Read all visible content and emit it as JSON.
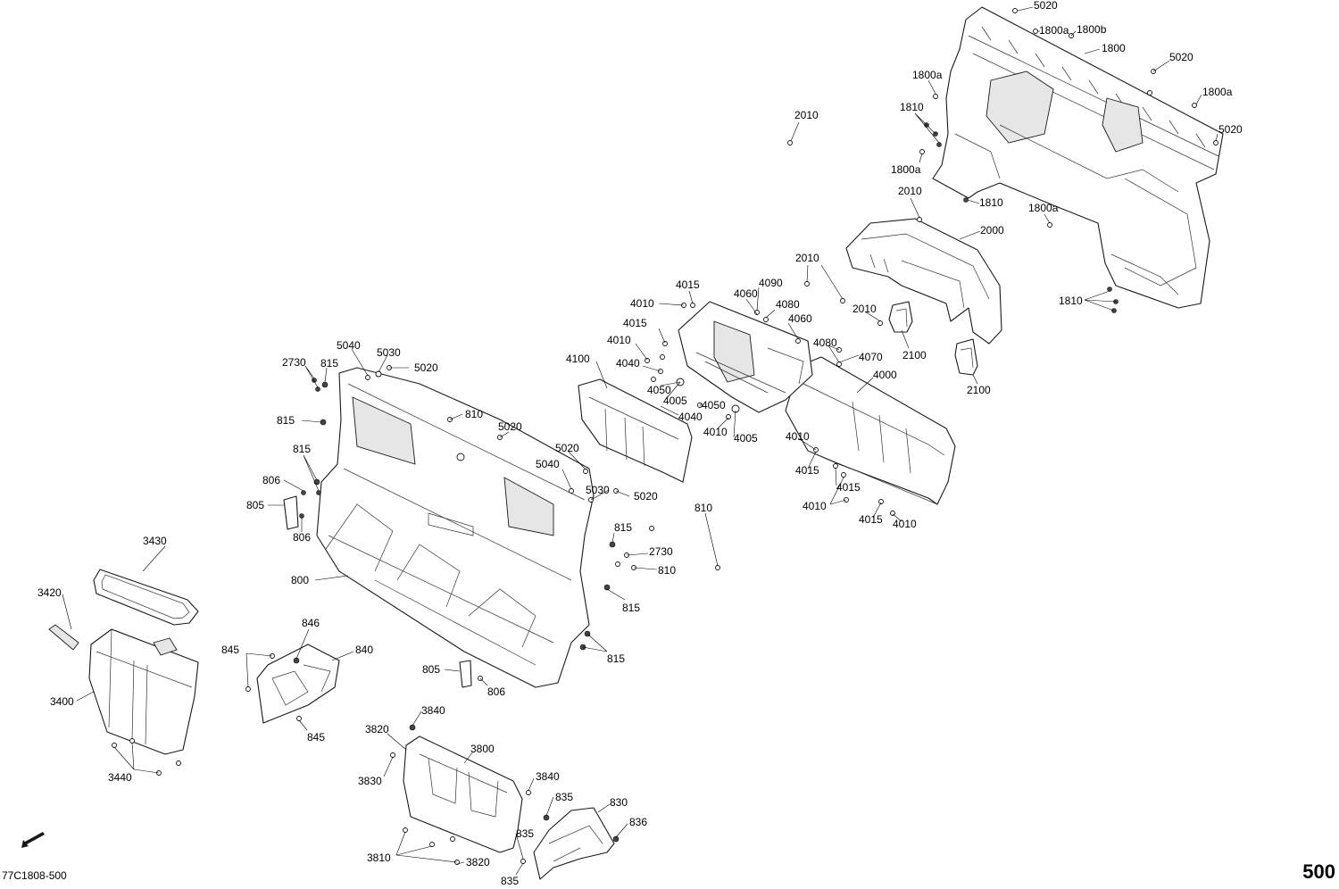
{
  "drawing_code": "77C1808-500",
  "page_number": "500",
  "icons": {
    "direction": "front-direction-arrow-icon"
  },
  "callouts": [
    {
      "id": "c1",
      "label": "5020"
    },
    {
      "id": "c2",
      "label": "1800a"
    },
    {
      "id": "c3",
      "label": "1800b"
    },
    {
      "id": "c4",
      "label": "1800"
    },
    {
      "id": "c5",
      "label": "5020"
    },
    {
      "id": "c6",
      "label": "1800a"
    },
    {
      "id": "c7",
      "label": "1800a"
    },
    {
      "id": "c8",
      "label": "5020"
    },
    {
      "id": "c9",
      "label": "1810"
    },
    {
      "id": "c10",
      "label": "2010"
    },
    {
      "id": "c11",
      "label": "1800a"
    },
    {
      "id": "c12",
      "label": "2010"
    },
    {
      "id": "c13",
      "label": "1810"
    },
    {
      "id": "c14",
      "label": "1800a"
    },
    {
      "id": "c15",
      "label": "2000"
    },
    {
      "id": "c16",
      "label": "2010"
    },
    {
      "id": "c17",
      "label": "1810"
    },
    {
      "id": "c18",
      "label": "4015"
    },
    {
      "id": "c19",
      "label": "4090"
    },
    {
      "id": "c20",
      "label": "4060"
    },
    {
      "id": "c21",
      "label": "4010"
    },
    {
      "id": "c22",
      "label": "4080"
    },
    {
      "id": "c23",
      "label": "2010"
    },
    {
      "id": "c24",
      "label": "4015"
    },
    {
      "id": "c25",
      "label": "4060"
    },
    {
      "id": "c26",
      "label": "4010"
    },
    {
      "id": "c27",
      "label": "4080"
    },
    {
      "id": "c28",
      "label": "4070"
    },
    {
      "id": "c29",
      "label": "2100"
    },
    {
      "id": "c30",
      "label": "4100"
    },
    {
      "id": "c31",
      "label": "4040"
    },
    {
      "id": "c32",
      "label": "4000"
    },
    {
      "id": "c33",
      "label": "2100"
    },
    {
      "id": "c34",
      "label": "4050"
    },
    {
      "id": "c35",
      "label": "4005"
    },
    {
      "id": "c36",
      "label": "4050"
    },
    {
      "id": "c37",
      "label": "4040"
    },
    {
      "id": "c38",
      "label": "4010"
    },
    {
      "id": "c39",
      "label": "4005"
    },
    {
      "id": "c40",
      "label": "4010"
    },
    {
      "id": "c41",
      "label": "4015"
    },
    {
      "id": "c42",
      "label": "4015"
    },
    {
      "id": "c43",
      "label": "4010"
    },
    {
      "id": "c44",
      "label": "4015"
    },
    {
      "id": "c45",
      "label": "4010"
    },
    {
      "id": "c46",
      "label": "5040"
    },
    {
      "id": "c47",
      "label": "5030"
    },
    {
      "id": "c48",
      "label": "2730"
    },
    {
      "id": "c49",
      "label": "815"
    },
    {
      "id": "c50",
      "label": "5020"
    },
    {
      "id": "c51",
      "label": "810"
    },
    {
      "id": "c52",
      "label": "815"
    },
    {
      "id": "c53",
      "label": "5020"
    },
    {
      "id": "c54",
      "label": "815"
    },
    {
      "id": "c55",
      "label": "5020"
    },
    {
      "id": "c56",
      "label": "806"
    },
    {
      "id": "c57",
      "label": "5040"
    },
    {
      "id": "c58",
      "label": "805"
    },
    {
      "id": "c59",
      "label": "5030"
    },
    {
      "id": "c60",
      "label": "5020"
    },
    {
      "id": "c61",
      "label": "810"
    },
    {
      "id": "c62",
      "label": "806"
    },
    {
      "id": "c63",
      "label": "815"
    },
    {
      "id": "c64",
      "label": "3430"
    },
    {
      "id": "c65",
      "label": "2730"
    },
    {
      "id": "c66",
      "label": "810"
    },
    {
      "id": "c67",
      "label": "800"
    },
    {
      "id": "c68",
      "label": "3420"
    },
    {
      "id": "c69",
      "label": "815"
    },
    {
      "id": "c70",
      "label": "846"
    },
    {
      "id": "c71",
      "label": "845"
    },
    {
      "id": "c72",
      "label": "840"
    },
    {
      "id": "c73",
      "label": "815"
    },
    {
      "id": "c74",
      "label": "805"
    },
    {
      "id": "c75",
      "label": "806"
    },
    {
      "id": "c76",
      "label": "3400"
    },
    {
      "id": "c77",
      "label": "845"
    },
    {
      "id": "c78",
      "label": "3840"
    },
    {
      "id": "c79",
      "label": "3820"
    },
    {
      "id": "c80",
      "label": "3800"
    },
    {
      "id": "c81",
      "label": "3830"
    },
    {
      "id": "c82",
      "label": "3440"
    },
    {
      "id": "c83",
      "label": "3840"
    },
    {
      "id": "c84",
      "label": "835"
    },
    {
      "id": "c85",
      "label": "830"
    },
    {
      "id": "c86",
      "label": "836"
    },
    {
      "id": "c87",
      "label": "835"
    },
    {
      "id": "c88",
      "label": "3810"
    },
    {
      "id": "c89",
      "label": "3820"
    },
    {
      "id": "c90",
      "label": "835"
    }
  ]
}
